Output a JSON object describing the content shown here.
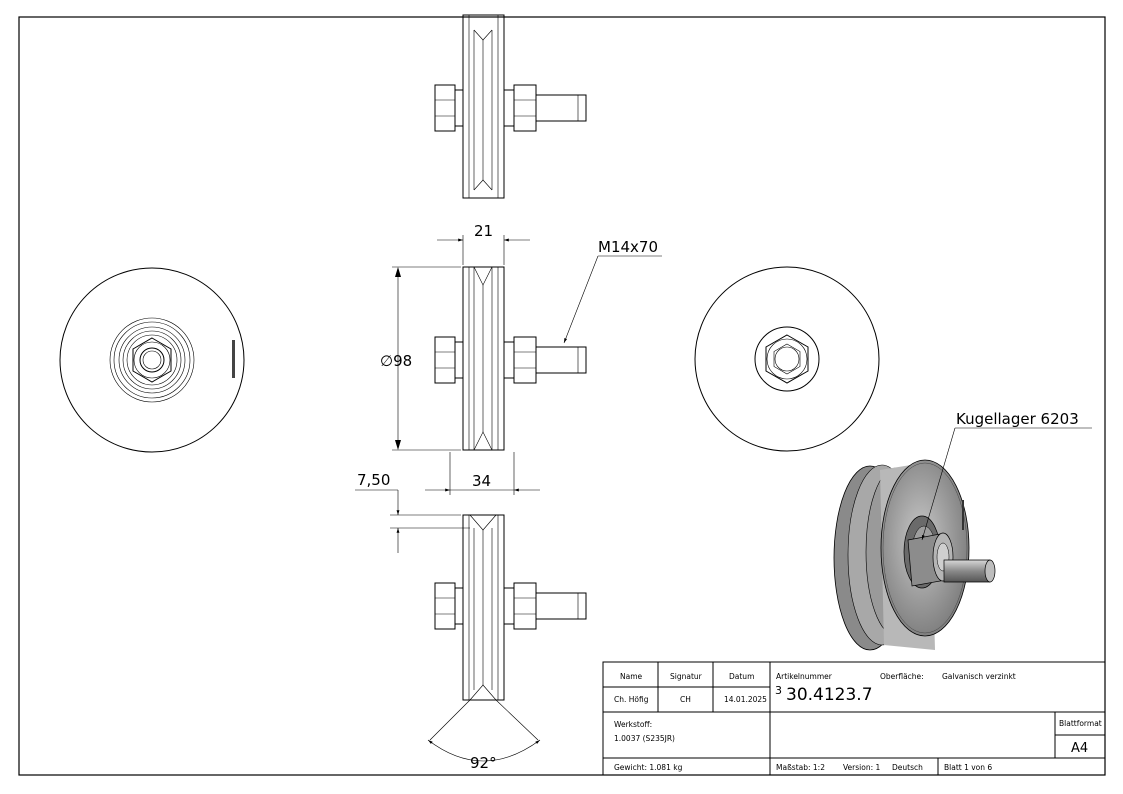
{
  "dimensions": {
    "width": "21",
    "diameter": "∅98",
    "length": "34",
    "offset": "7,50",
    "angle": "92°"
  },
  "callouts": {
    "bolt": "M14x70",
    "bearing": "Kugellager 6203"
  },
  "title_block": {
    "col_name": "Name",
    "col_signatur": "Signatur",
    "col_datum": "Datum",
    "name": "Ch. Höfig",
    "signatur": "CH",
    "datum": "14.01.2025",
    "artikel_label": "Artikelnummer",
    "oberflaeche_label": "Oberfläche:",
    "oberflaeche_value": "Galvanisch verzinkt",
    "artikel_prefix": "3",
    "artikel_number": "30.4123.7",
    "werkstoff_label": "Werkstoff:",
    "werkstoff_value": "1.0037 (S235JR)",
    "blattformat_label": "Blattformat",
    "blattformat_value": "A4",
    "gewicht": "Gewicht: 1.081 kg",
    "massstab": "Maßstab: 1:2",
    "version": "Version: 1",
    "sprache": "Deutsch",
    "blatt": "Blatt 1 von 6"
  },
  "colors": {
    "line": "#000000",
    "shade": "#9a9a9a",
    "shade_dark": "#555555",
    "background": "#ffffff"
  }
}
